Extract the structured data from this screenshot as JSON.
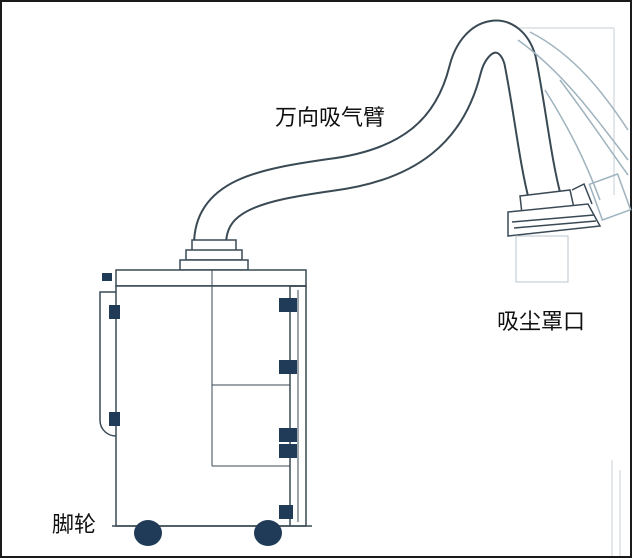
{
  "labels": {
    "universal_arm": "万向吸气臂",
    "dust_hood": "吸尘罩口",
    "caster": "脚轮"
  },
  "colors": {
    "line": "#3a4a55",
    "navy": "#1f3b57",
    "light_line": "#9fb3bf",
    "border": "#1a1a1a"
  },
  "icons": {
    "bracket": "square-bracket-icon",
    "wheel": "caster-wheel-icon"
  }
}
